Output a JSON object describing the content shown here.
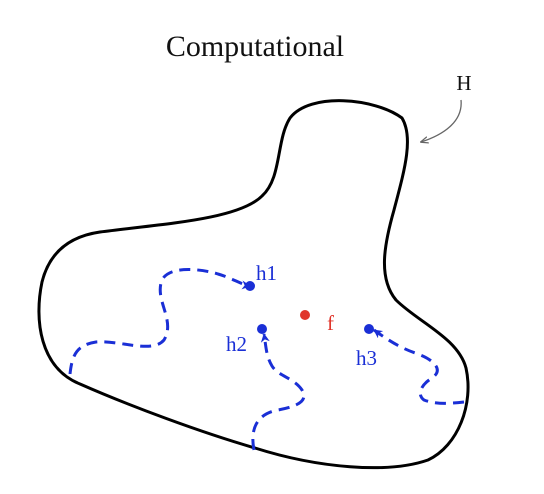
{
  "diagram": {
    "title": "Computational",
    "region_label": "H",
    "hypotheses": [
      {
        "label": "h1"
      },
      {
        "label": "h2"
      },
      {
        "label": "h3"
      }
    ],
    "target_label": "f",
    "colors": {
      "outline": "#000000",
      "hypothesis": "#1a2fd6",
      "target": "#e0352b",
      "arrow_gray": "#666666",
      "text": "#111111"
    }
  }
}
